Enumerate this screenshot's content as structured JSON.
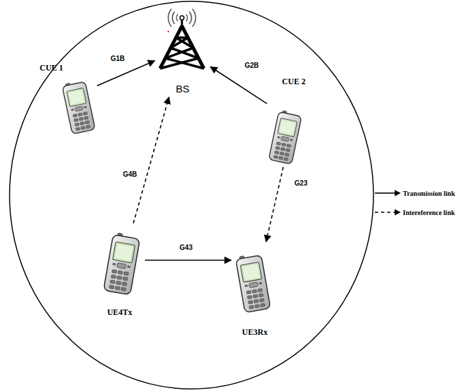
{
  "diagram": {
    "nodes": [
      {
        "text": [
          "BS"
        ]
      },
      {
        "text": [
          "CUE 1"
        ]
      },
      {
        "text": [
          "CUE 2"
        ]
      },
      {
        "text": [
          "UE4Tx"
        ]
      },
      {
        "text": [
          "UE3Rx"
        ]
      }
    ],
    "edges": [
      {
        "from": 1,
        "to": 0,
        "arrow": "to",
        "label": "G1B"
      },
      {
        "from": 2,
        "to": 0,
        "arrow": "to",
        "label": "G2B"
      },
      {
        "from": 3,
        "to": 0,
        "arrow": "to",
        "label": "G4B"
      },
      {
        "from": 2,
        "to": 4,
        "arrow": "to",
        "label": "G23"
      },
      {
        "from": 3,
        "to": 4,
        "arrow": "to",
        "label": "G43"
      }
    ],
    "legend": [
      {
        "text": "Transmission link"
      },
      {
        "text": "Intereference link"
      }
    ]
  }
}
